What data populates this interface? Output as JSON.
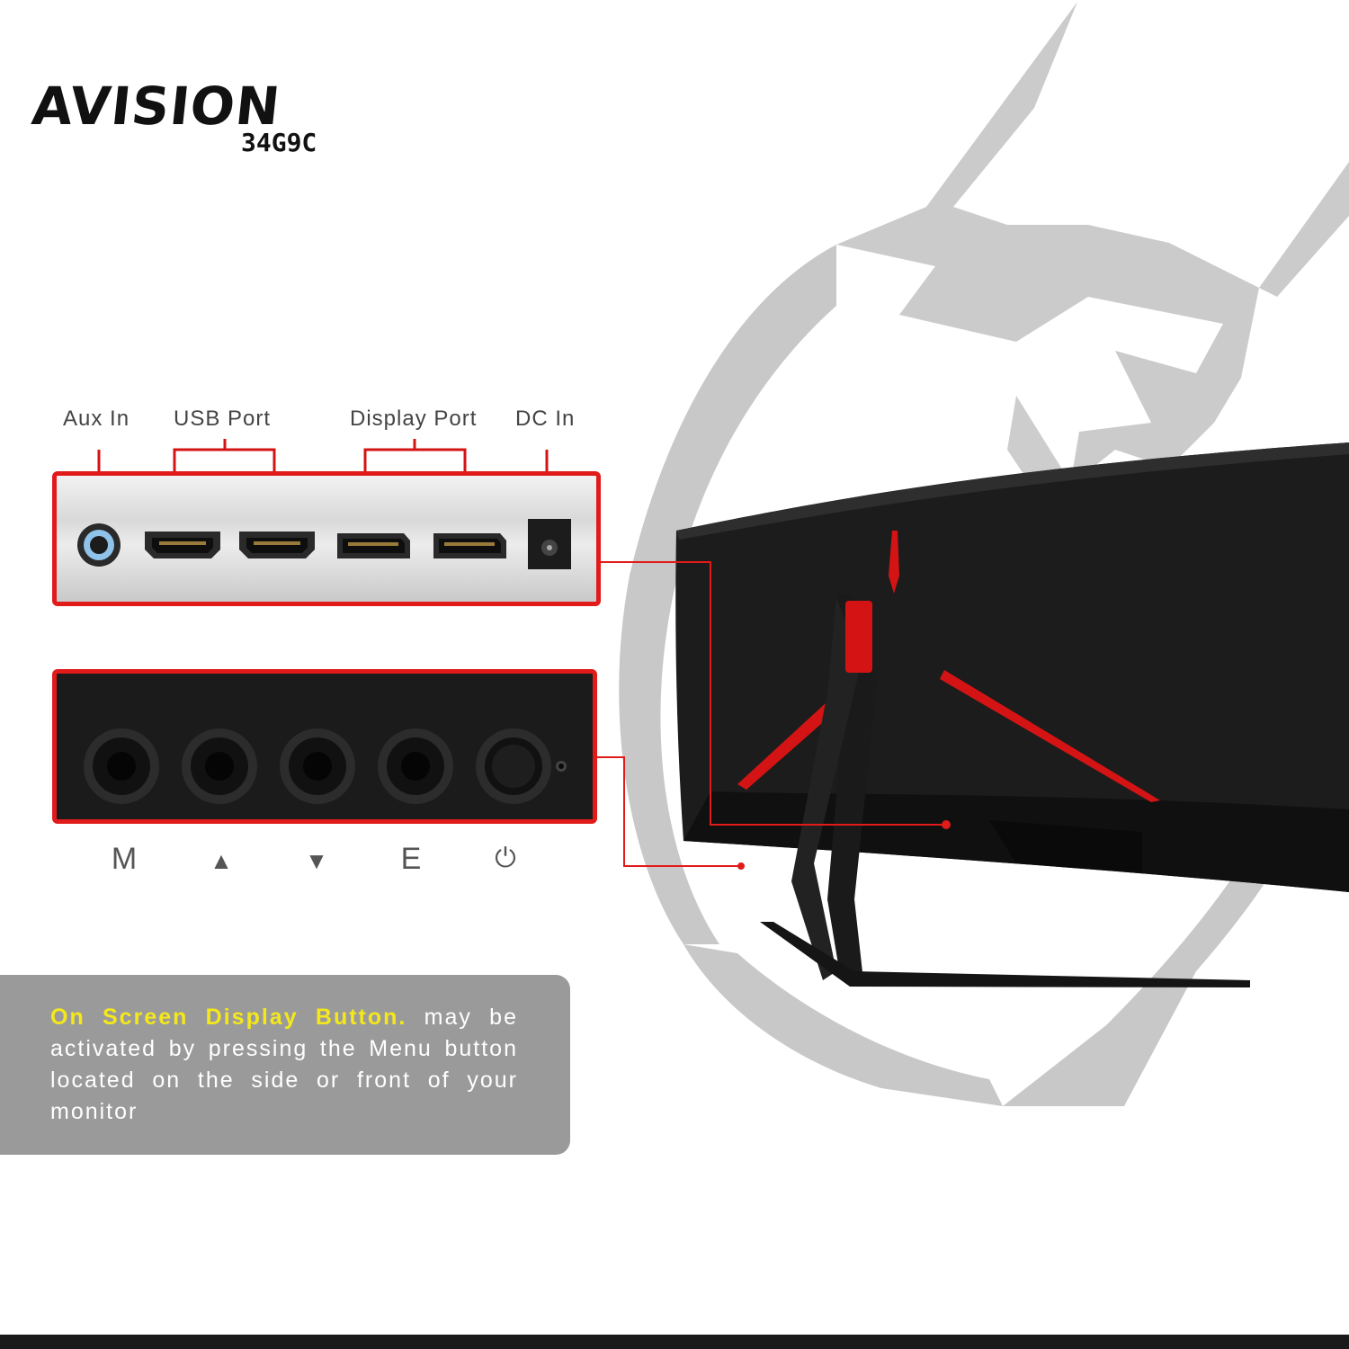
{
  "brand": {
    "logo_text": "AVISION",
    "model": "34G9C"
  },
  "ports": {
    "labels": [
      "Aux In",
      "USB Port",
      "Display Port",
      "DC In"
    ],
    "icons": [
      "audio-jack-icon",
      "hdmi-port-icon",
      "hdmi-port-icon",
      "displayport-icon",
      "displayport-icon",
      "dc-jack-icon"
    ]
  },
  "buttons": {
    "labels": [
      "M",
      "▲",
      "▼",
      "E",
      "⏻"
    ]
  },
  "info": {
    "highlight": "On Screen Display Button.",
    "text": " may be activated by pressing the Menu button located on the side or front of your monitor"
  },
  "colors": {
    "accent": "#e11a1a",
    "highlight": "#f4e81b",
    "info_box": "#9a9a9a",
    "emblem": "#c8c8c8",
    "monitor": "#1b1b1b"
  }
}
